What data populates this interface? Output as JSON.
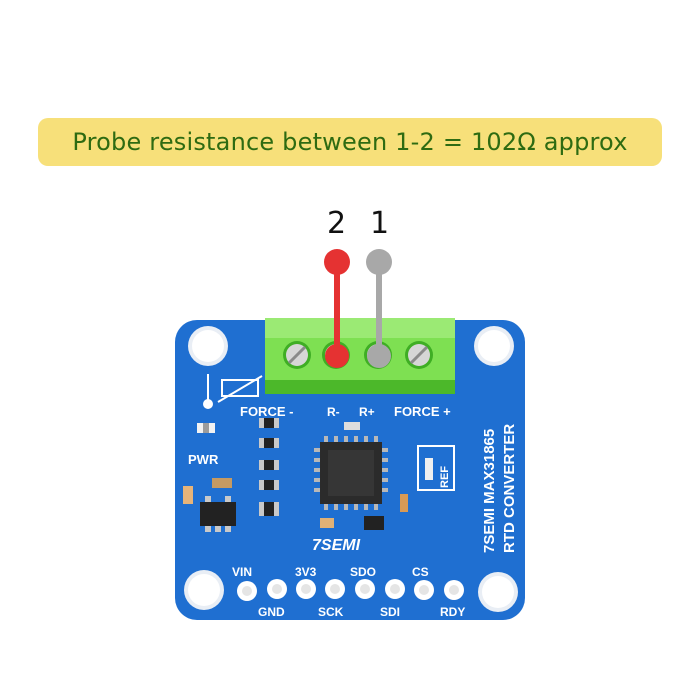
{
  "banner": {
    "text": "Probe resistance between 1-2 = 102Ω approx"
  },
  "pins": {
    "left": "2",
    "right": "1"
  },
  "colors": {
    "banner_bg": "#f7e07a",
    "banner_text": "#2e6b12",
    "board": "#1f6fd1",
    "terminal": "#5fd23a",
    "wire_red": "#e53232",
    "wire_gray": "#a8a8a8"
  },
  "board": {
    "terminal_labels": {
      "force_minus": "FORCE -",
      "r_minus": "R-",
      "r_plus": "R+",
      "force_plus": "FORCE +"
    },
    "pwr": "PWR",
    "ref": "REF",
    "logo": "7SEMI",
    "title_line1": "7SEMI MAX31865",
    "title_line2": "RTD CONVERTER",
    "header_top": [
      "VIN",
      "3V3",
      "SDO",
      "CS"
    ],
    "header_bottom": [
      "GND",
      "SCK",
      "SDI",
      "RDY"
    ]
  }
}
